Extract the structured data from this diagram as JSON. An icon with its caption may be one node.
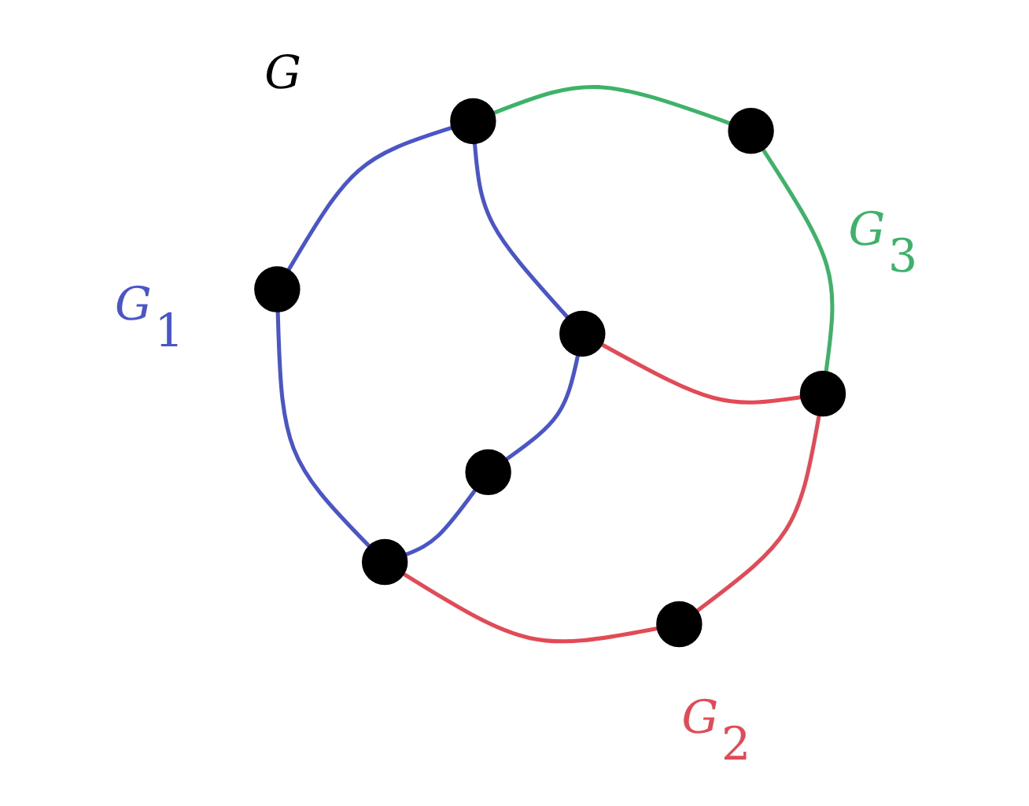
{
  "diagram": {
    "nodes": [
      {
        "text": [],
        "shape": "circle"
      },
      {
        "text": [],
        "shape": "circle"
      },
      {
        "text": [],
        "shape": "circle"
      },
      {
        "text": [],
        "shape": "circle"
      },
      {
        "text": [],
        "shape": "circle"
      },
      {
        "text": [],
        "shape": "circle"
      },
      {
        "text": [],
        "shape": "circle"
      },
      {
        "text": [],
        "shape": "circle"
      }
    ],
    "edges": [
      {
        "from": 0,
        "to": 2,
        "arrow": "none"
      },
      {
        "from": 2,
        "to": 4,
        "arrow": "none"
      },
      {
        "from": 4,
        "to": 5,
        "arrow": "none"
      },
      {
        "from": 5,
        "to": 3,
        "arrow": "none"
      },
      {
        "from": 3,
        "to": 0,
        "arrow": "none"
      },
      {
        "from": 4,
        "to": 7,
        "arrow": "none",
        "color": "#e24a56"
      },
      {
        "from": 7,
        "to": 6,
        "arrow": "none",
        "color": "#e24a56"
      },
      {
        "from": 6,
        "to": 3,
        "arrow": "none",
        "color": "#e24a56"
      },
      {
        "from": 0,
        "to": 1,
        "arrow": "none",
        "color": "#3fb26a"
      },
      {
        "from": 1,
        "to": 6,
        "arrow": "none",
        "color": "#3fb26a"
      }
    ],
    "labels": [
      "G",
      "G$_{1}$",
      "G$_{3}$",
      "G$_{2}$"
    ]
  }
}
